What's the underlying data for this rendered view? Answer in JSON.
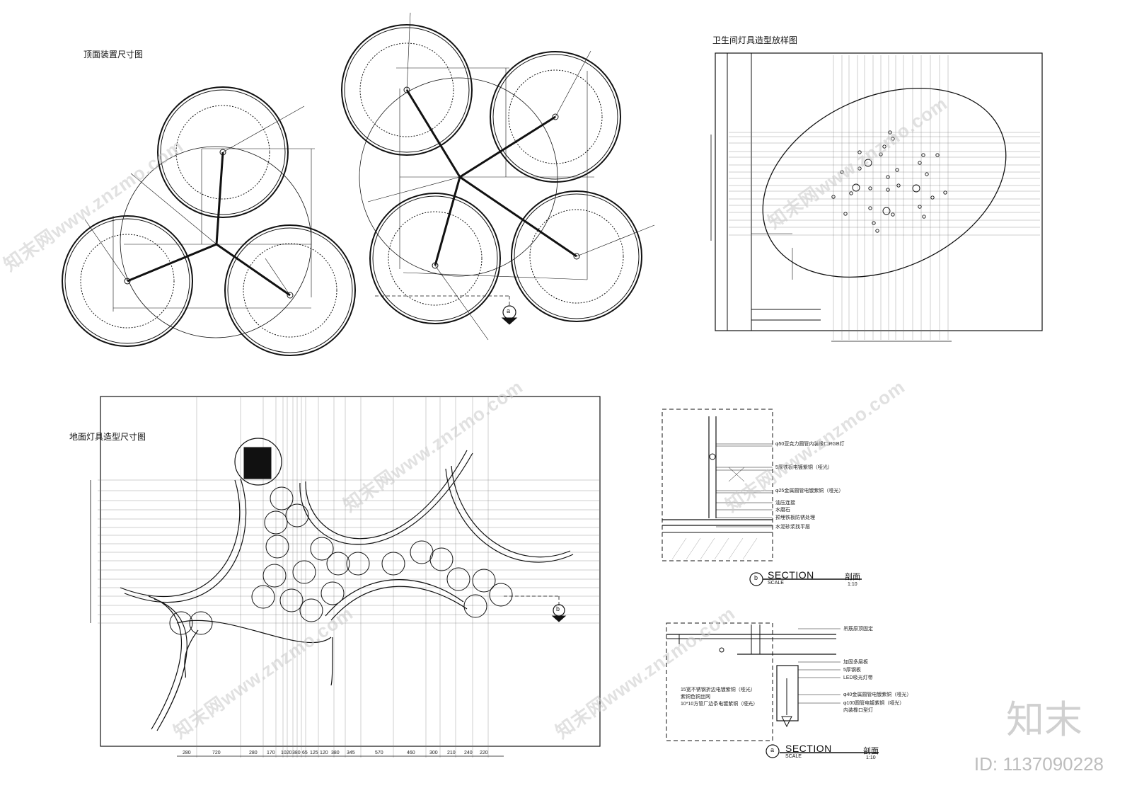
{
  "titles": {
    "ceiling": "顶面装置尺寸图",
    "bathroom": "卫生间灯具造型放样图",
    "floor": "地面灯具造型尺寸图"
  },
  "sections": {
    "b": {
      "marker": "b",
      "title": "SECTION",
      "scale_word": "SCALE",
      "cn": "剖面",
      "ratio": "1:10"
    },
    "a": {
      "marker": "a",
      "title": "SECTION",
      "scale_word": "SCALE",
      "cn": "剖面",
      "ratio": "1:10"
    }
  },
  "section_b_notes": [
    "φ50亚克力圆管内装橡口RGB灯",
    "5厚铁板电镀紫铜（哑光）",
    "φ25金属圆管电镀紫铜（哑光）",
    "油压连接",
    "水磨石",
    "预埋铁板防锈处理",
    "水泥砂浆找平层"
  ],
  "section_a_notes_right": [
    "吊筋原顶固定",
    "加固多层板",
    "5厚钢板",
    "LED吸光灯带",
    "φ40金属圆管电镀紫铜（哑光）",
    "φ100圆管电镀紫铜（哑光）",
    "内装橡口型灯"
  ],
  "section_a_notes_left": [
    "15宽不锈钢折边电镀紫铜（哑光）",
    "紫铜色铜丝网",
    "10*10方管厂边条电镀紫铜（哑光）"
  ],
  "floor_marker": "b",
  "ceiling_marker": "a",
  "floor_dims": [
    "280",
    "720",
    "280",
    "170",
    "1020",
    "380",
    "65",
    "125",
    "120",
    "380",
    "345",
    "570",
    "460",
    "300",
    "210",
    "240",
    "220"
  ],
  "brand": "知末",
  "id_text": "ID: 1137090228",
  "watermark": "知末网www.znzmo.com"
}
